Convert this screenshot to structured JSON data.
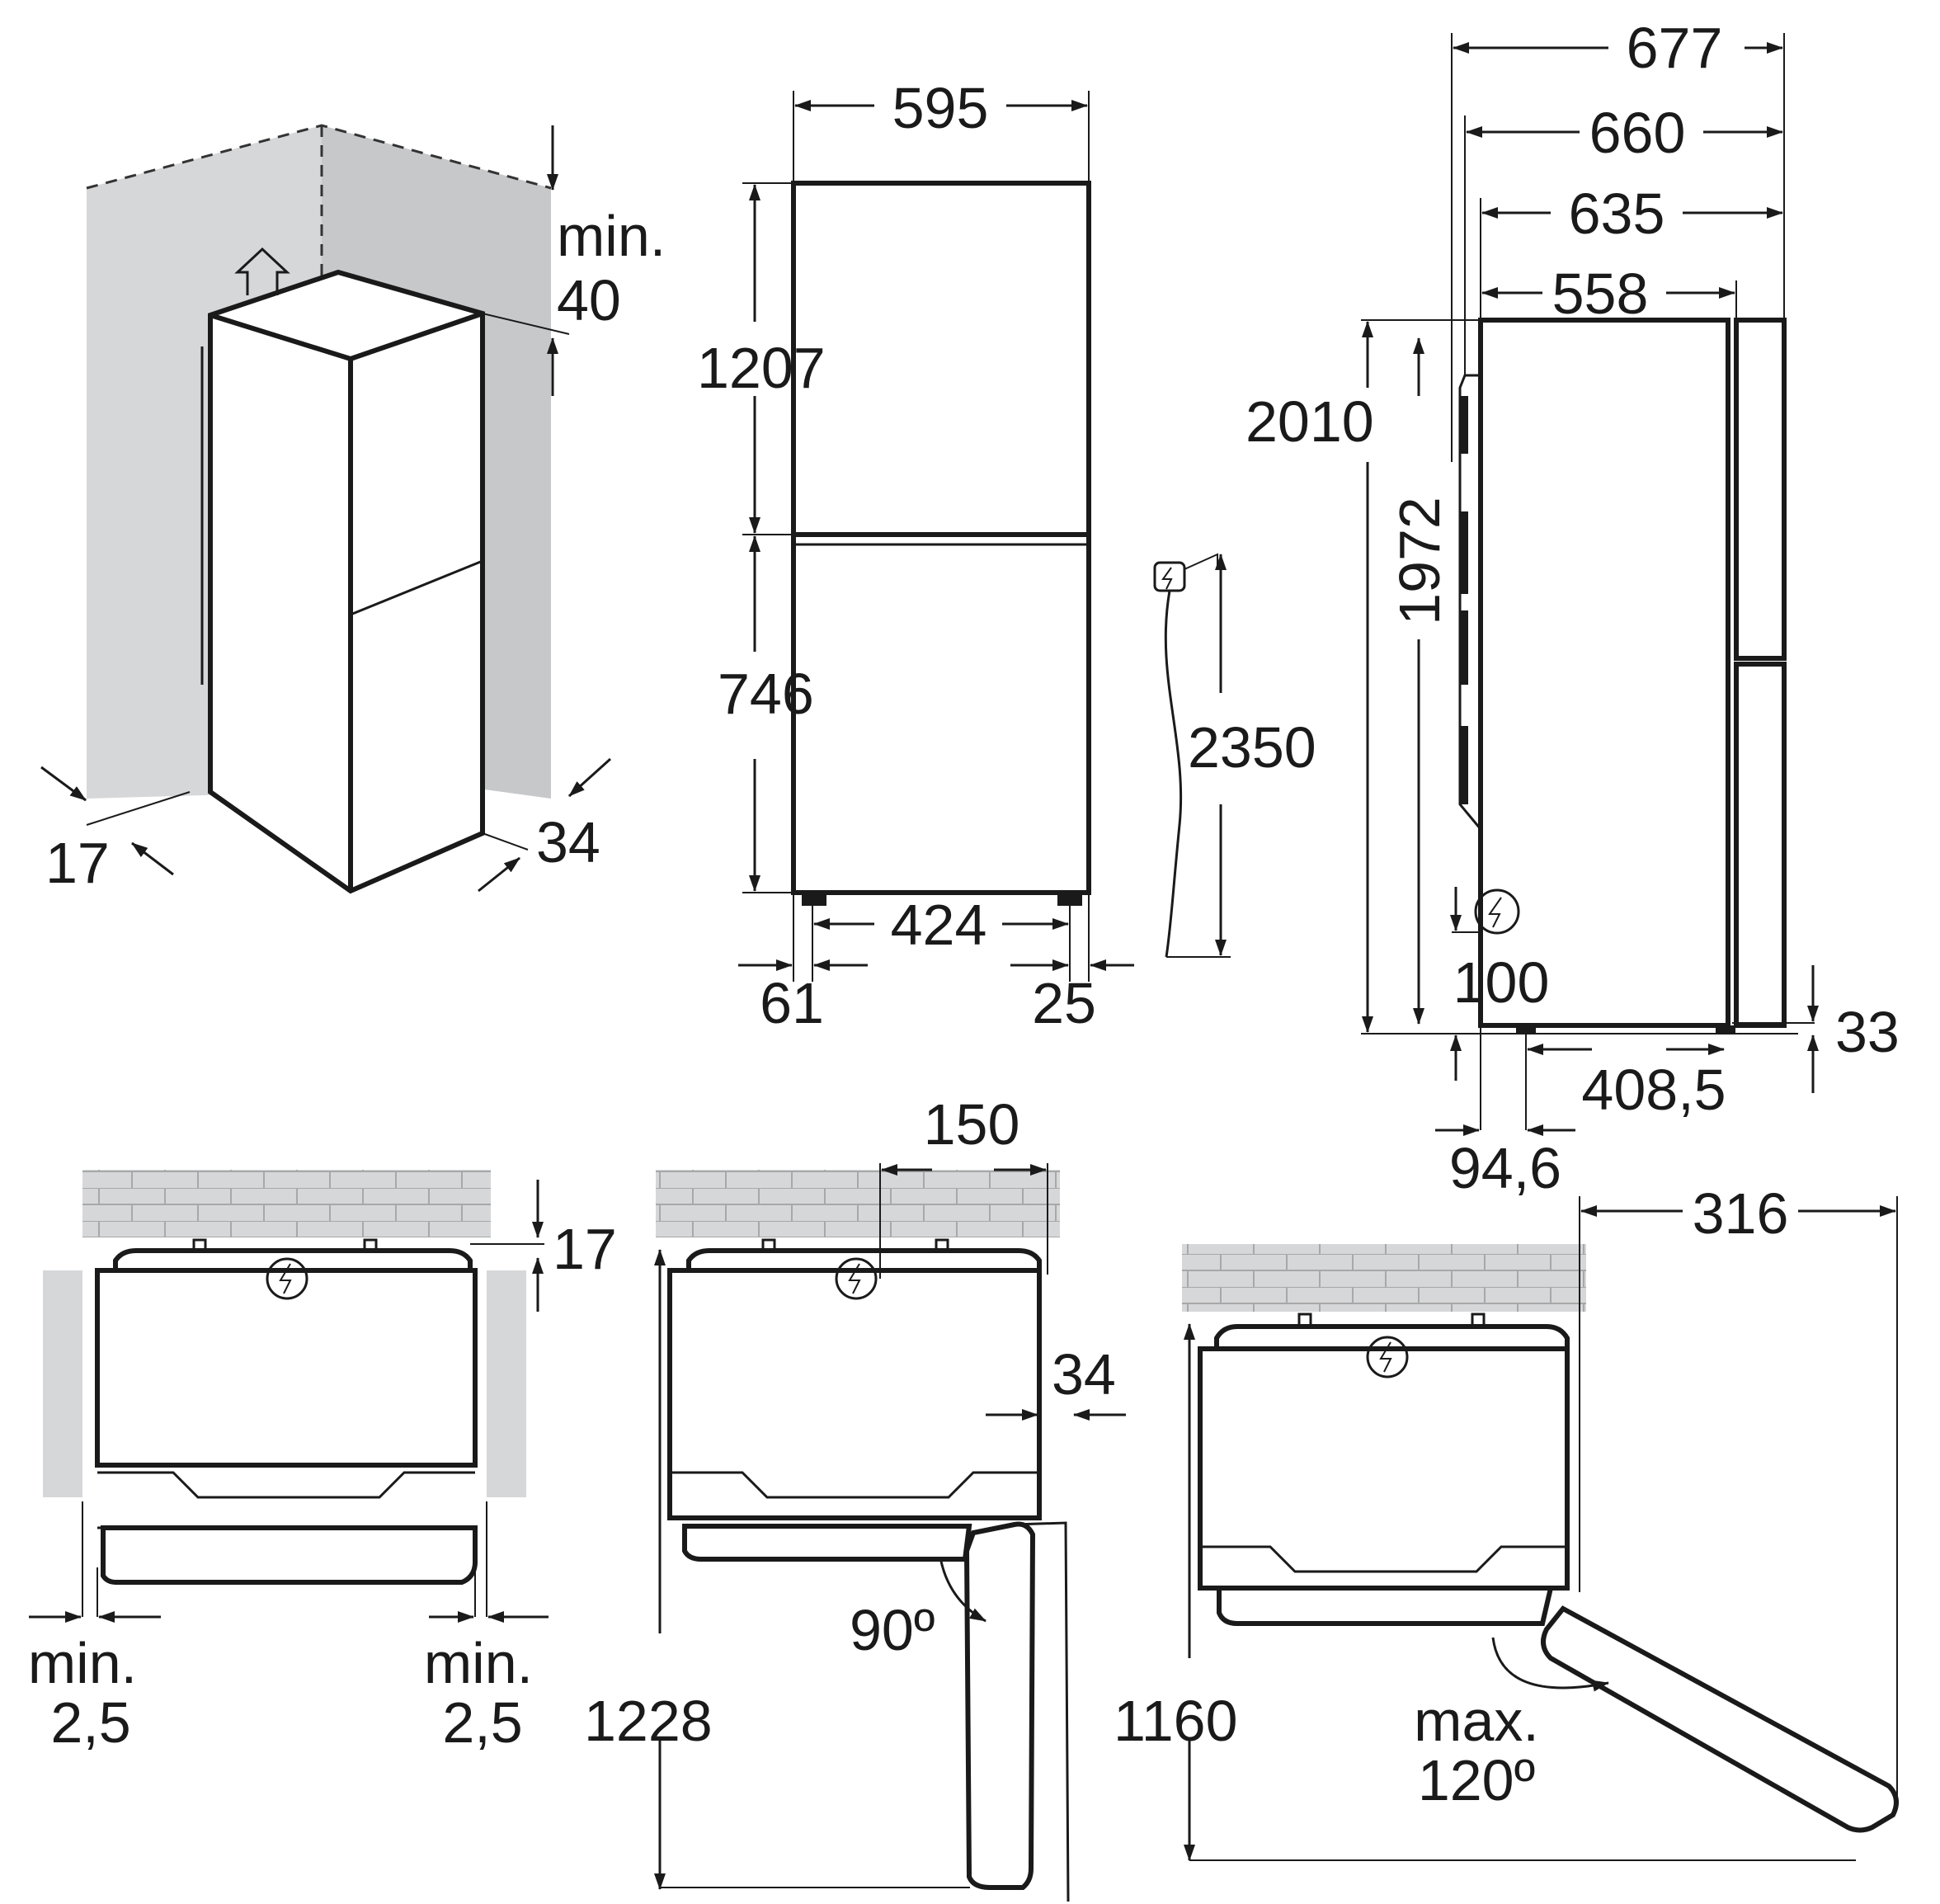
{
  "labels": {
    "top_clearance_min": "min.",
    "top_clearance_value": "40",
    "corner_side_gap": "17",
    "corner_rear_gap": "34",
    "front_width": "595",
    "upper_height": "1207",
    "lower_height": "746",
    "feet_spacing": "424",
    "left_foot_offset": "61",
    "right_foot_offset": "25",
    "cable_length": "2350",
    "depth_677": "677",
    "depth_660": "660",
    "depth_635": "635",
    "depth_558": "558",
    "total_height": "2010",
    "body_height": "1972",
    "socket_height": "100",
    "rear_feet_spacing": "408,5",
    "rear_foot_offset": "94,6",
    "foot_height": "33",
    "top_wall_gap": "17",
    "side_gap_left_min": "min.",
    "side_gap_left_value": "2,5",
    "side_gap_right_min": "min.",
    "side_gap_right_value": "2,5",
    "hinge_offset": "150",
    "door_protrusion": "34",
    "open_depth_90": "1228",
    "angle_90": "90º",
    "open_depth_120": "1160",
    "door_swing_width": "316",
    "angle_max": "max.",
    "angle_120": "120º"
  },
  "icons": {
    "power_plug": "plug-icon",
    "lightning": "lightning-icon",
    "up_arrow": "up-arrow-icon"
  }
}
